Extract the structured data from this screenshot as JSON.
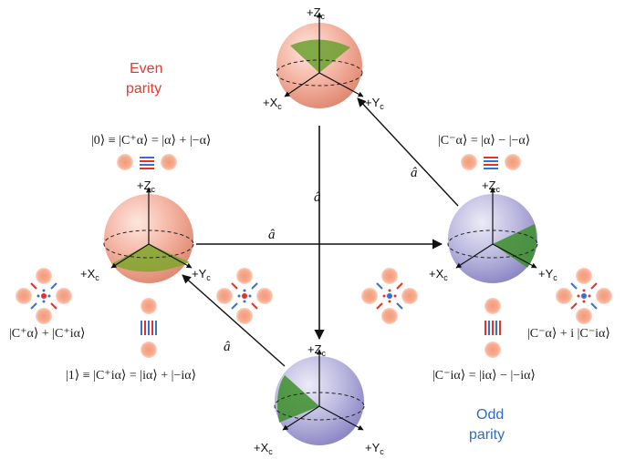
{
  "colors": {
    "even_parity": "#e23b2e",
    "odd_parity": "#2e6cc0",
    "sphere_even": "#f2a793",
    "sphere_odd": "#a9a6d6",
    "green_patch": "#4e9a2a",
    "blob": "#f7a587",
    "fringe_red": "#e2322a",
    "fringe_blue": "#3a6ed3"
  },
  "labels": {
    "even_line1": "Even",
    "even_line2": "parity",
    "odd_line1": "Odd",
    "odd_line2": "parity"
  },
  "axes": {
    "z": "+Z",
    "x": "+X",
    "y": "+Y",
    "sub": "c"
  },
  "operators": {
    "a_hat": "â"
  },
  "equations": {
    "zero_state": "|0⟩ ≡ |C⁺α⟩ = |α⟩ + |−α⟩",
    "c_minus_alpha": "|C⁻α⟩ = |α⟩ − |−α⟩",
    "one_state": "|1⟩ ≡ |C⁺iα⟩ = |iα⟩ + |−iα⟩",
    "c_minus_ialpha": "|C⁻iα⟩ = |iα⟩ − |−iα⟩",
    "sum_plus": "|C⁺α⟩ + |C⁺iα⟩",
    "sum_minus": "|C⁻α⟩ + i |C⁻iα⟩"
  }
}
